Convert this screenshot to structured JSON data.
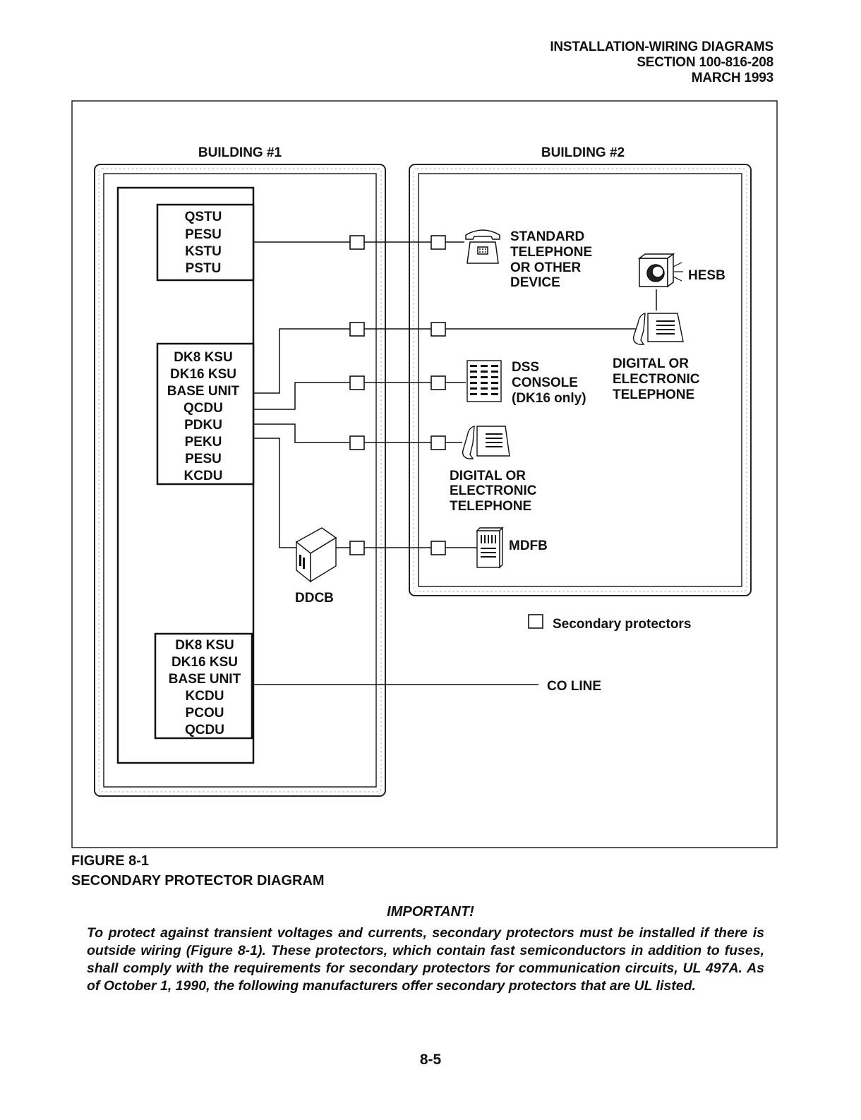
{
  "header": {
    "line1": "INSTALLATION-WIRING DIAGRAMS",
    "line2": "SECTION 100-816-208",
    "line3": "MARCH 1993"
  },
  "diagram": {
    "building1_label": "BUILDING #1",
    "building2_label": "BUILDING #2",
    "ksu_box_top": [
      "QSTU",
      "PESU",
      "KSTU",
      "PSTU"
    ],
    "ksu_box_middle": [
      "DK8 KSU",
      "DK16 KSU",
      "BASE UNIT",
      "QCDU",
      "PDKU",
      "PEKU",
      "PESU",
      "KCDU"
    ],
    "ksu_box_bottom": [
      "DK8 KSU",
      "DK16 KSU",
      "BASE UNIT",
      "KCDU",
      "PCOU",
      "QCDU"
    ],
    "standard_telephone": [
      "STANDARD",
      "TELEPHONE",
      "OR OTHER",
      "DEVICE"
    ],
    "hesb": "HESB",
    "digital_telephone_right": [
      "DIGITAL OR",
      "ELECTRONIC",
      "TELEPHONE"
    ],
    "dss_console": [
      "DSS",
      "CONSOLE",
      "(DK16 only)"
    ],
    "digital_telephone_left": [
      "DIGITAL OR",
      "ELECTRONIC",
      "TELEPHONE"
    ],
    "mdfb": "MDFB",
    "ddcb": "DDCB",
    "legend": "Secondary protectors",
    "co_line": "CO LINE"
  },
  "figure": {
    "number": "FIGURE 8-1",
    "title": "SECONDARY PROTECTOR DIAGRAM"
  },
  "important": {
    "title": "IMPORTANT!",
    "body": "To protect against transient voltages and currents, secondary protectors must be installed if there is outside wiring (Figure 8-1). These protectors, which contain fast semiconductors in addition to fuses, shall comply with the requirements for secondary protectors for communication circuits, UL 497A. As of October 1, 1990, the following manufacturers offer secondary protectors that are UL listed."
  },
  "page_number": "8-5"
}
